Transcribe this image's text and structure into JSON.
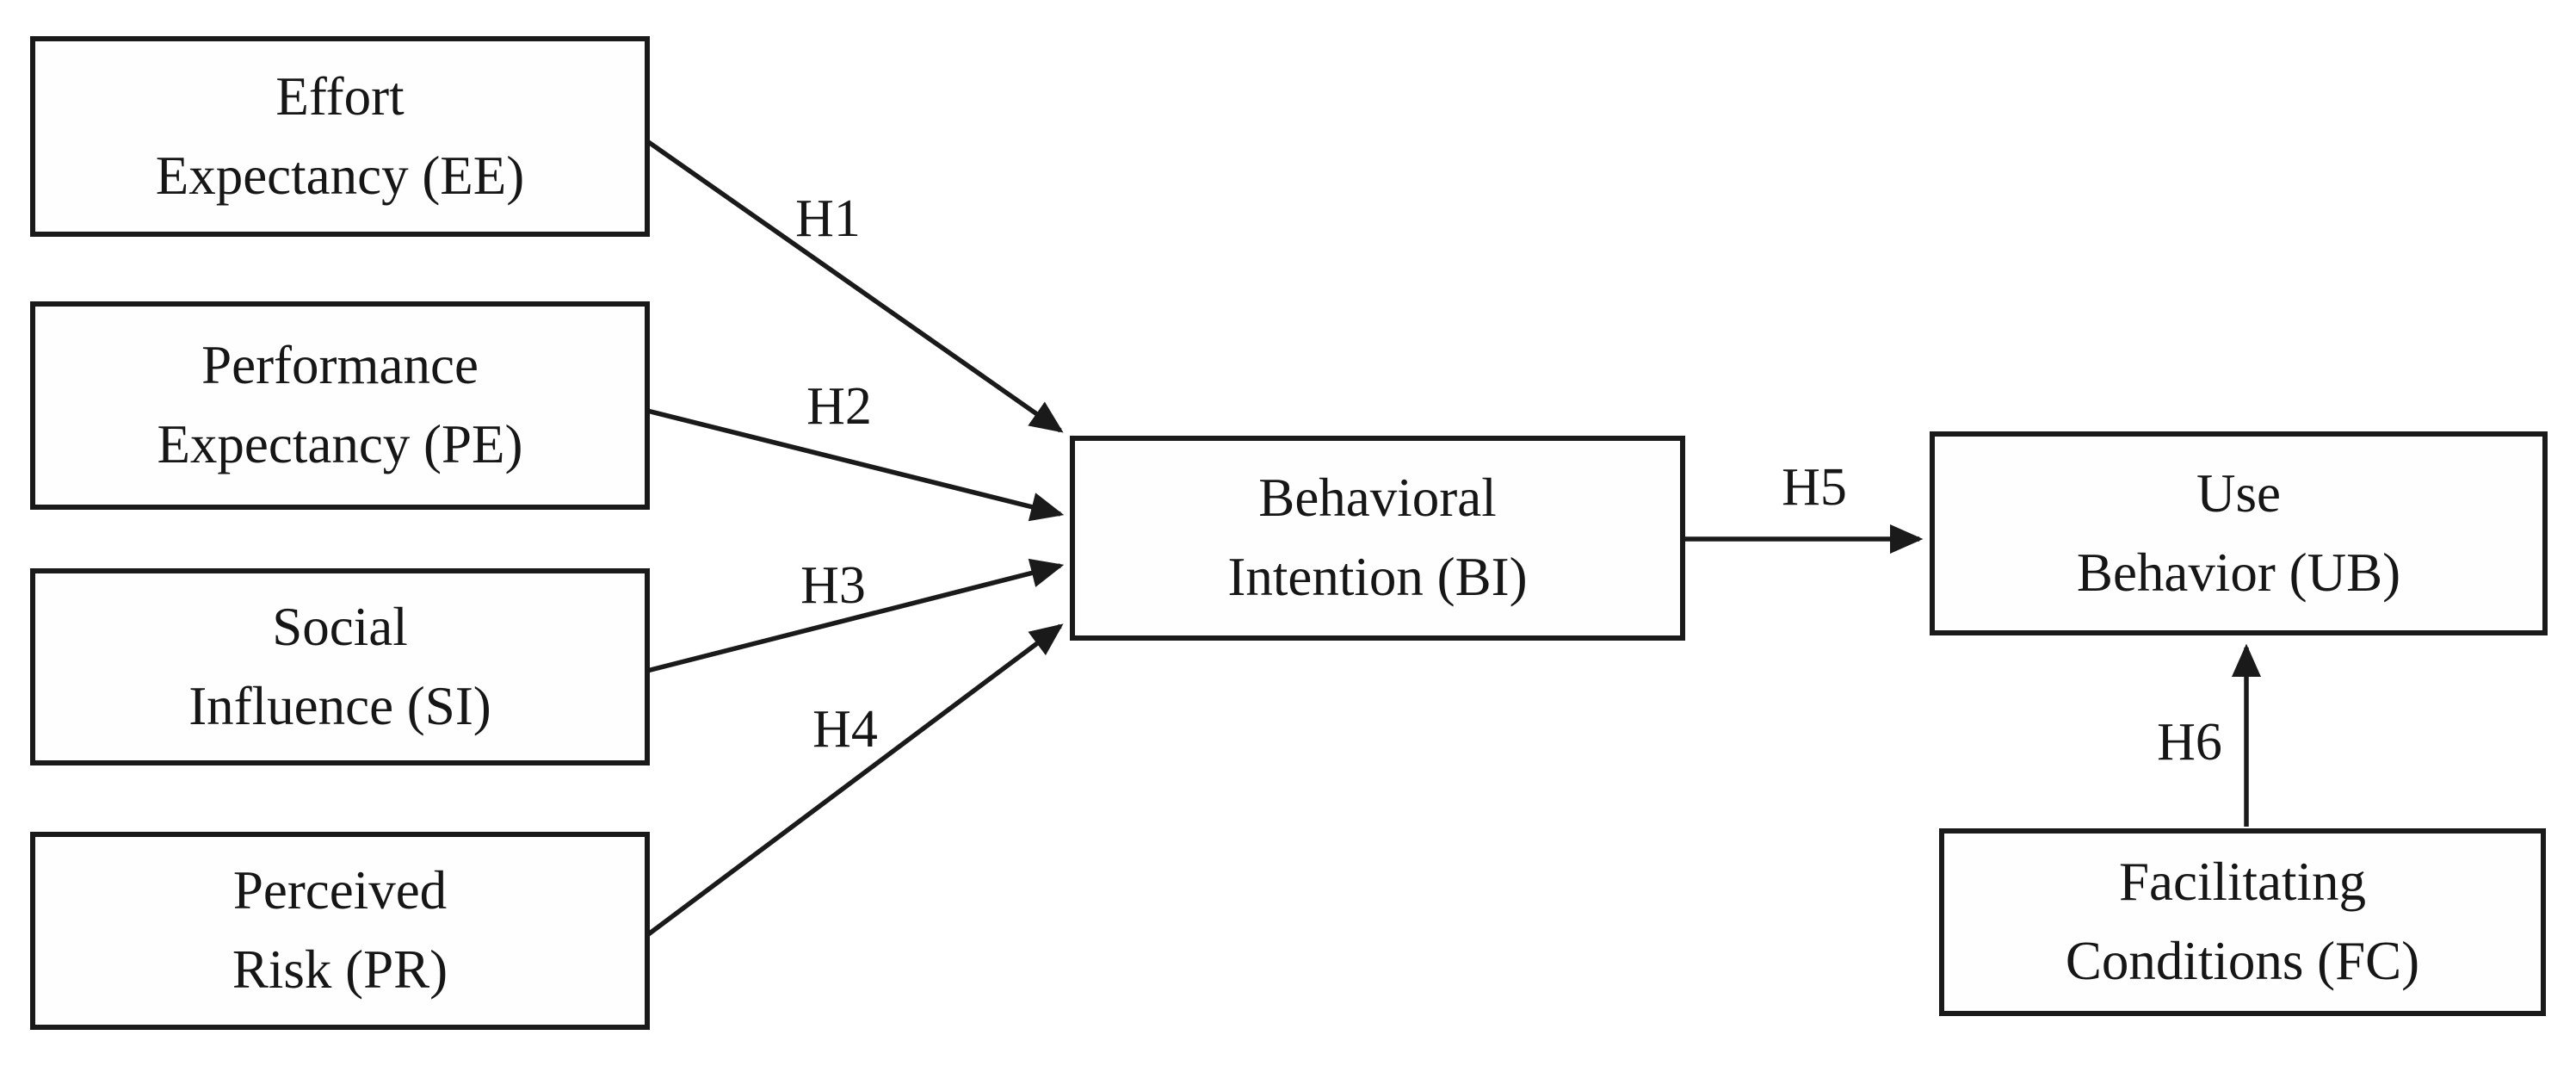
{
  "diagram": {
    "type": "research-model-path-diagram",
    "colors": {
      "background": "#ffffff",
      "ink": "#1a1a1a"
    },
    "nodes": {
      "ee": {
        "line1": "Effort",
        "line2": "Expectancy (EE)"
      },
      "pe": {
        "line1": "Performance",
        "line2": "Expectancy (PE)"
      },
      "si": {
        "line1": "Social",
        "line2": "Influence (SI)"
      },
      "pr": {
        "line1": "Perceived",
        "line2": "Risk (PR)"
      },
      "bi": {
        "line1": "Behavioral",
        "line2": "Intention (BI)"
      },
      "ub": {
        "line1": "Use",
        "line2": "Behavior (UB)"
      },
      "fc": {
        "line1": "Facilitating",
        "line2": "Conditions (FC)"
      }
    },
    "edges": {
      "h1": {
        "label": "H1",
        "from": "ee",
        "to": "bi"
      },
      "h2": {
        "label": "H2",
        "from": "pe",
        "to": "bi"
      },
      "h3": {
        "label": "H3",
        "from": "si",
        "to": "bi"
      },
      "h4": {
        "label": "H4",
        "from": "pr",
        "to": "bi"
      },
      "h5": {
        "label": "H5",
        "from": "bi",
        "to": "ub"
      },
      "h6": {
        "label": "H6",
        "from": "fc",
        "to": "ub"
      }
    }
  }
}
